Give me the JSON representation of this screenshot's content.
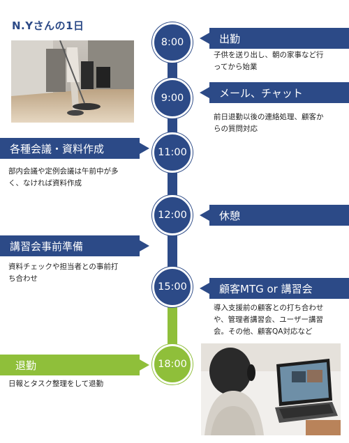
{
  "page": {
    "title": "N.Yさんの1日"
  },
  "colors": {
    "primary": "#2c4a87",
    "accent": "#8fbf3a"
  },
  "timeline": [
    {
      "time": "8:00",
      "heading": "出勤",
      "desc": [
        "子供を送り出し、朝の家事など行",
        "ってから始業"
      ]
    },
    {
      "time": "9:00",
      "heading": "メール、チャット",
      "desc": [
        "前日退勤以後の連絡処理、顧客か",
        "らの質問対応"
      ]
    },
    {
      "time": "11:00",
      "heading": "各種会議・資料作成",
      "desc": [
        "部内会議や定例会議は午前中が多",
        "く、なければ資料作成"
      ]
    },
    {
      "time": "12:00",
      "heading": "休憩",
      "desc": []
    },
    {
      "time": "",
      "heading": "講習会事前準備",
      "desc": [
        "資料チェックや担当者との事前打",
        "ち合わせ"
      ]
    },
    {
      "time": "15:00",
      "heading": "顧客MTG or 講習会",
      "desc": [
        "導入支援前の顧客との打ち合わせ",
        "や、管理者講習会、ユーザー講習",
        "会。その他、顧客QA対応など"
      ]
    },
    {
      "time": "18:00",
      "heading": "退勤",
      "desc": [
        "日報とタスク整理をして退勤"
      ]
    }
  ],
  "images": {
    "top_photo": "cleaning-floor-photo",
    "bottom_photo": "video-call-laptop-photo"
  }
}
